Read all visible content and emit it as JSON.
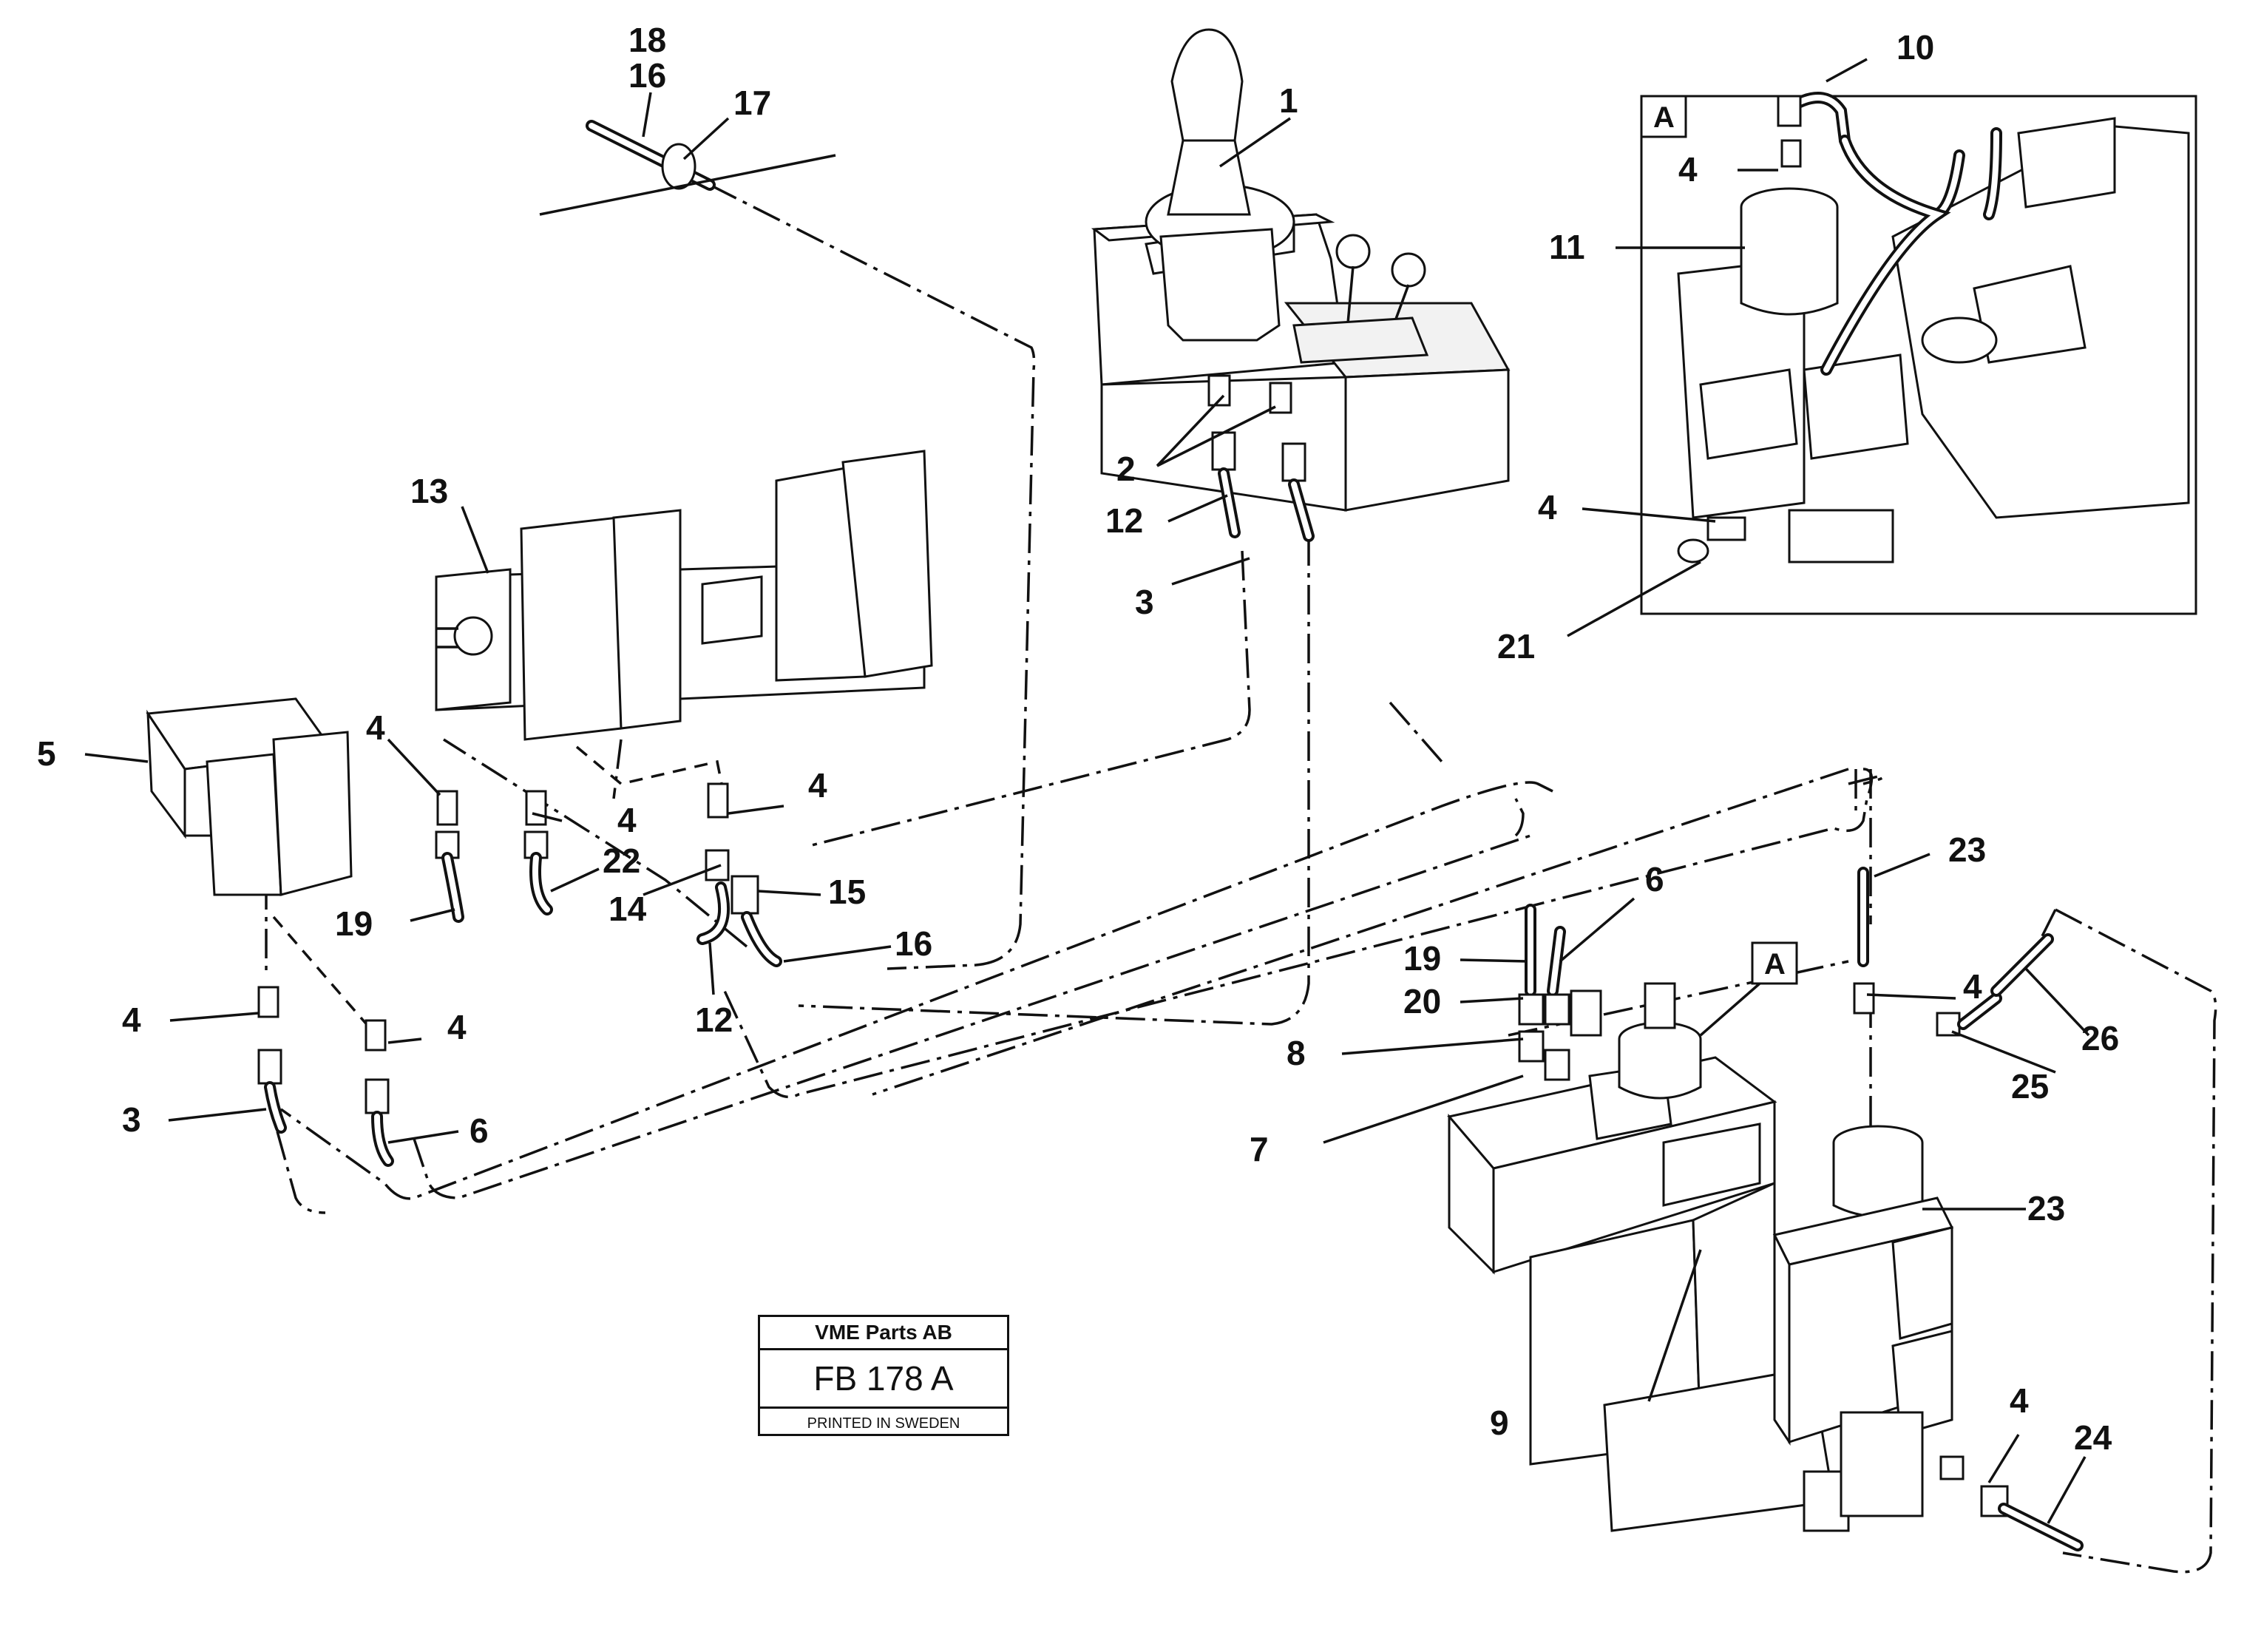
{
  "labels": {
    "l1": "1",
    "l2": "2",
    "l3a": "3",
    "l3b": "3",
    "l4a": "4",
    "l4b": "4",
    "l4c": "4",
    "l4d": "4",
    "l4e": "4",
    "l4f": "4",
    "l4g": "4",
    "l4h": "4",
    "l4i": "4",
    "l5": "5",
    "l6a": "6",
    "l6b": "6",
    "l7": "7",
    "l8": "8",
    "l9": "9",
    "l10": "10",
    "l11": "11",
    "l12a": "12",
    "l12b": "12",
    "l13": "13",
    "l14": "14",
    "l15": "15",
    "l16a": "16",
    "l16b": "16",
    "l17": "17",
    "l18": "18",
    "l19a": "19",
    "l19b": "19",
    "l20": "20",
    "l21": "21",
    "l22": "22",
    "l23a": "23",
    "l23b": "23",
    "l24": "24",
    "l25": "25",
    "l26": "26"
  },
  "detail_box_label": "A",
  "detail_ref_label": "A",
  "title_plate": {
    "company": "VME Parts AB",
    "code": "FB 178 A",
    "printed": "PRINTED IN SWEDEN"
  }
}
